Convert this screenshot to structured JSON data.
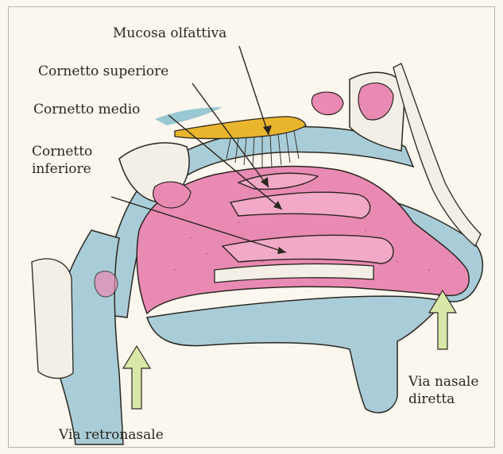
{
  "labels": {
    "mucosa_olfattiva": "Mucosa olfattiva",
    "cornetto_superiore": "Cornetto superiore",
    "cornetto_medio": "Cornetto medio",
    "cornetto_inferiore": "Cornetto\ninferiore",
    "via_nasale_diretta": "Via nasale\ndiretta",
    "via_retronasale": "Via retronasale"
  },
  "colors": {
    "background": "#fbf6ee",
    "nasal_cavity": "#e98ab3",
    "nasal_cavity_dark": "#c94f86",
    "tissue_blue": "#a9cdd8",
    "bone_fill": "#f3efe6",
    "olfactory_mucosa": "#e8b52c",
    "arrow_green": "#d9e8a8",
    "outline": "#2b2620"
  }
}
